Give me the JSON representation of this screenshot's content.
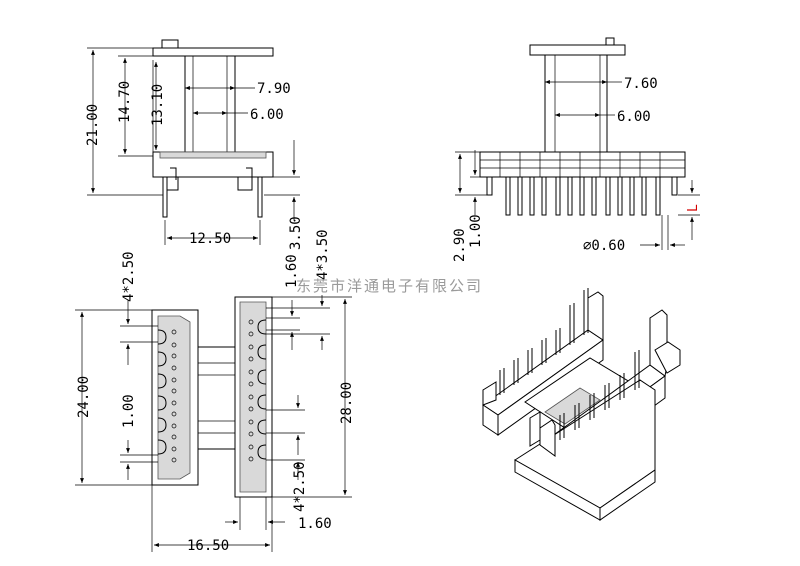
{
  "watermark": "东莞市洋通电子有限公司",
  "dimensions": {
    "front_height": "21.00",
    "front_inner_height": "14.70",
    "front_window_height": "13.10",
    "front_width_outer": "7.90",
    "front_width_inner": "6.00",
    "front_bottom_width": "12.50",
    "front_pin_length": "3.50",
    "side_width_outer": "7.60",
    "side_width_inner": "6.00",
    "side_base_height": "2.90",
    "side_pin_step": "1.00",
    "side_pin_diameter": "⌀0.60",
    "side_pin_tag": "L",
    "plan_pitch_left": "4*2.50",
    "plan_slot_left": "1.60",
    "plan_pitch_right": "4*3.50",
    "plan_left_height": "24.00",
    "plan_right_height": "28.00",
    "plan_slot_width": "1.00",
    "plan_pitch_bottom": "4*2.50",
    "plan_flange_width": "1.60",
    "plan_total_width": "16.50"
  }
}
